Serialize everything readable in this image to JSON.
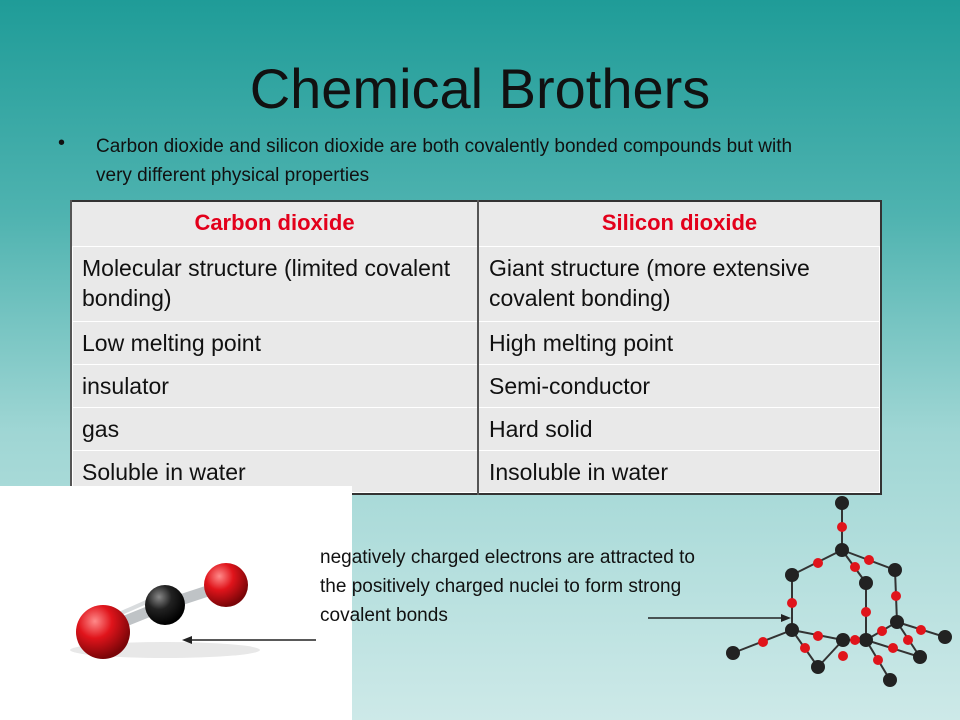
{
  "slide": {
    "title": "Chemical Brothers",
    "bullet": "Carbon dioxide and silicon dioxide are both covalently bonded compounds but with very different physical properties"
  },
  "table": {
    "headers": [
      "Carbon dioxide",
      "Silicon dioxide"
    ],
    "rows": [
      [
        "Molecular structure (limited covalent bonding)",
        "Giant structure (more extensive covalent bonding)"
      ],
      [
        "Low melting point",
        "High melting point"
      ],
      [
        "insulator",
        "Semi-conductor"
      ],
      [
        "gas",
        "Hard solid"
      ],
      [
        "Soluble in water",
        "Insoluble in water"
      ]
    ]
  },
  "callout": "negatively charged electrons are attracted to the positively charged nuclei to form strong covalent bonds",
  "colors": {
    "header_text": "#e3001b",
    "oxygen": "#e0141b",
    "atom_dark": "#222222"
  }
}
